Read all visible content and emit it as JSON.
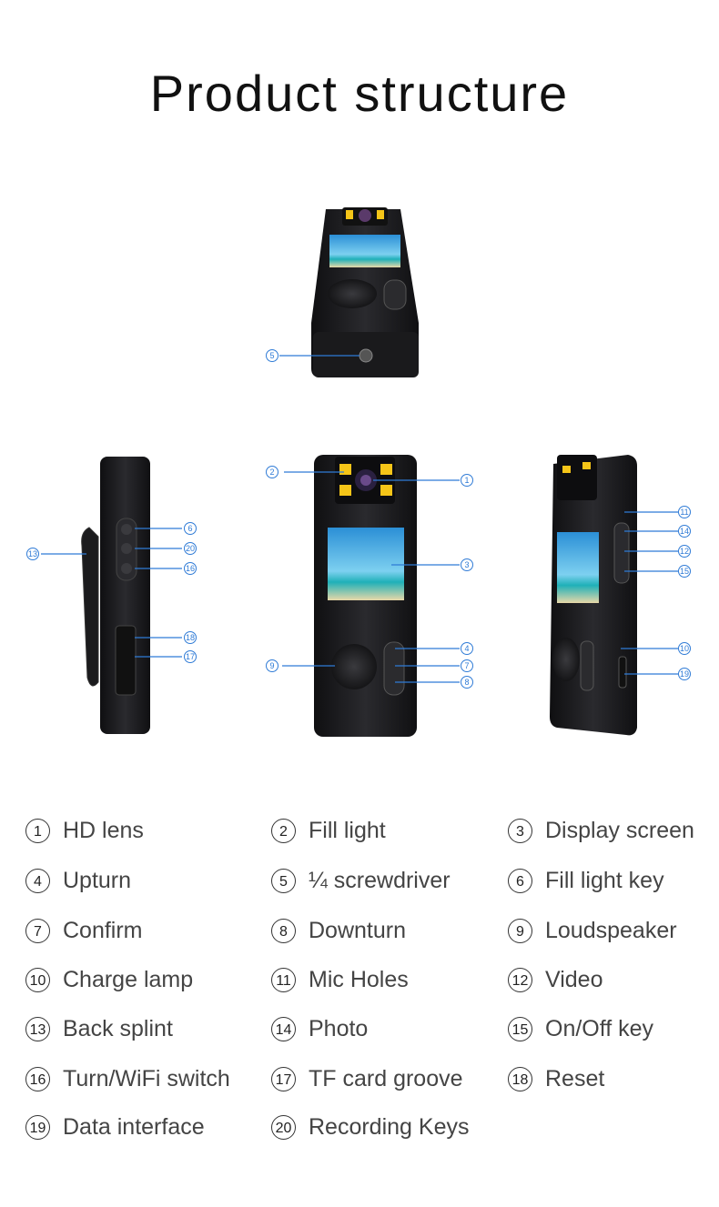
{
  "title": "Product structure",
  "legend": [
    {
      "num": "1",
      "label": "HD lens"
    },
    {
      "num": "2",
      "label": "Fill light"
    },
    {
      "num": "3",
      "label": "Display screen"
    },
    {
      "num": "4",
      "label": "Upturn"
    },
    {
      "num": "5",
      "label": "¼ screwdriver"
    },
    {
      "num": "6",
      "label": "Fill light key"
    },
    {
      "num": "7",
      "label": "Confirm"
    },
    {
      "num": "8",
      "label": "Downturn"
    },
    {
      "num": "9",
      "label": "Loudspeaker"
    },
    {
      "num": "10",
      "label": "Charge lamp"
    },
    {
      "num": "11",
      "label": "Mic Holes"
    },
    {
      "num": "12",
      "label": "Video"
    },
    {
      "num": "13",
      "label": "Back splint"
    },
    {
      "num": "14",
      "label": "Photo"
    },
    {
      "num": "15",
      "label": "On/Off key"
    },
    {
      "num": "16",
      "label": "Turn/WiFi switch"
    },
    {
      "num": "17",
      "label": "TF card groove"
    },
    {
      "num": "18",
      "label": "Reset"
    },
    {
      "num": "19",
      "label": "Data interface"
    },
    {
      "num": "20",
      "label": "Recording Keys"
    }
  ],
  "callouts": {
    "c1": "1",
    "c2": "2",
    "c3": "3",
    "c4": "4",
    "c5": "5",
    "c6": "6",
    "c7": "7",
    "c8": "8",
    "c9": "9",
    "c10": "10",
    "c11": "11",
    "c12": "12",
    "c13": "13",
    "c14": "14",
    "c15": "15",
    "c16": "16",
    "c17": "17",
    "c18": "18",
    "c19": "19",
    "c20": "20"
  },
  "colors": {
    "accent": "#2f7bd6",
    "body": "#1f1f22",
    "screen_sky": "#3aa7e0"
  }
}
